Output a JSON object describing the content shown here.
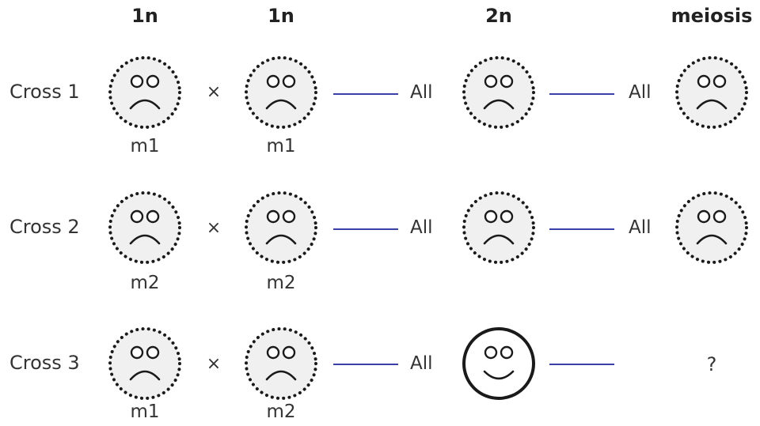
{
  "headers": {
    "col1": "1n",
    "col2": "1n",
    "col3": "2n",
    "col4": "meiosis"
  },
  "rows": [
    {
      "label": "Cross 1",
      "cross_symbol": "×",
      "parent1": {
        "genotype": "m1",
        "face": "frowning-face"
      },
      "parent2": {
        "genotype": "m1",
        "face": "frowning-face"
      },
      "diploid_prefix": "All",
      "diploid_face": "frowning-face",
      "meiosis_prefix": "All",
      "meiosis_face": "frowning-face"
    },
    {
      "label": "Cross 2",
      "cross_symbol": "×",
      "parent1": {
        "genotype": "m2",
        "face": "frowning-face"
      },
      "parent2": {
        "genotype": "m2",
        "face": "frowning-face"
      },
      "diploid_prefix": "All",
      "diploid_face": "frowning-face",
      "meiosis_prefix": "All",
      "meiosis_face": "frowning-face"
    },
    {
      "label": "Cross 3",
      "cross_symbol": "×",
      "parent1": {
        "genotype": "m1",
        "face": "frowning-face"
      },
      "parent2": {
        "genotype": "m2",
        "face": "frowning-face"
      },
      "diploid_prefix": "All",
      "diploid_face": "smiling-face",
      "meiosis_result": "?"
    }
  ],
  "colors": {
    "connector_line": "#3b3fa8",
    "face_fill_mutant": "#f0f0f0",
    "face_fill_wildtype": "#ffffff",
    "outline": "#1a1a1a"
  }
}
